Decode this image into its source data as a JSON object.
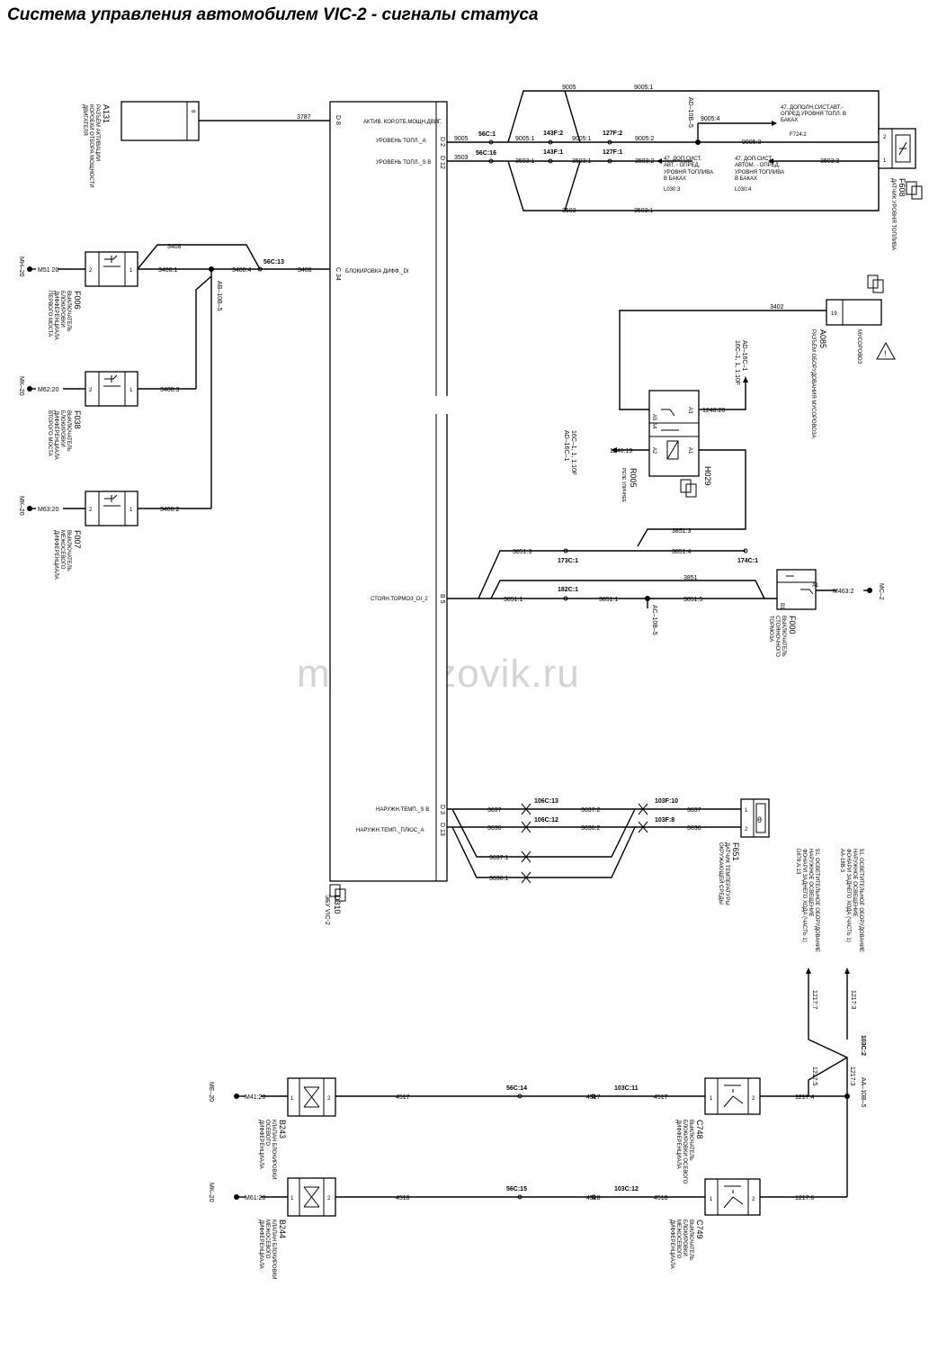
{
  "title": "Система управления автомобилем VIC-2 - сигналы статуса",
  "watermark": "mangruzovik.ru",
  "ecu": {
    "id": "D310",
    "name": "ЭБУ VIC-2",
    "pins": {
      "d8": {
        "pin": "D 8",
        "label": "АКТИВ. КОР.ОТБ.МОЩН.ДВИГ."
      },
      "d2": {
        "pin": "D 2",
        "label": "УРОВЕНЬ ТОПЛ._А"
      },
      "d12": {
        "pin": "D 12",
        "label": "УРОВЕНЬ ТОПЛ._S В"
      },
      "c34": {
        "pin": "С 34",
        "label": "БЛОКИРОВКА ДИФФ._DI"
      },
      "b5": {
        "pin": "В 5",
        "label": "СТОЯН.ТОРМОЗ_DI_2"
      },
      "d3": {
        "pin": "D 3",
        "label": "НАРУЖН.ТЕМП._S В"
      },
      "d13": {
        "pin": "D 13",
        "label": "НАРУЖН.ТЕМП._ПЛЮС_А"
      }
    }
  },
  "components": {
    "a131": {
      "id": "A131",
      "desc": [
        "РАЗЪЁМ АКТИВАЦИИ",
        "КОРОБКИ ОТБОРА МОЩНОСТИ",
        "ДВИГАТЕЛЯ"
      ]
    },
    "f608": {
      "id": "F608",
      "desc": [
        "ДАТЧИК УРОВНЯ ТОПЛИВА"
      ]
    },
    "f006": {
      "id": "F006",
      "desc": [
        "ВЫКЛЮЧАТЕЛЬ",
        "БЛОКИРОВКИ",
        "ДИФФЕРЕНЦИАЛА",
        "ПЕРВОГО МОСТА"
      ]
    },
    "f038": {
      "id": "F038",
      "desc": [
        "ВЫКЛЮЧАТЕЛЬ",
        "БЛОКИРОВКИ",
        "ДИФФЕРЕНЦИАЛА",
        "ВТОРОГО МОСТА"
      ]
    },
    "f007": {
      "id": "F007",
      "desc": [
        "ВЫКЛЮЧАТЕЛЬ",
        "МЕЖОСЕВОГО",
        "ДИФФЕРЕНЦИАЛА"
      ]
    },
    "a085": {
      "id": "A085",
      "desc": [
        "РАЗЪЁМ ОБОРУДОВАНИЯ МУСОРОВОЗА"
      ],
      "tag": "МУСОРОВОЗ"
    },
    "h029": {
      "id": "H029"
    },
    "r005": {
      "id": "R005",
      "desc": [
        "РЕЛЕ УЛИЧНЕЕ"
      ]
    },
    "f000": {
      "id": "F000",
      "desc": [
        "ВЫКЛЮЧАТЕЛЬ",
        "СТОЯНОЧНОГО",
        "ТОРМОЗА"
      ]
    },
    "f651": {
      "id": "F651",
      "desc": [
        "ДАТЧИК ТЕМПЕРАТУРЫ",
        "ОКРУЖАЮЩЕЙ СРЕДЫ"
      ]
    },
    "b243": {
      "id": "B243",
      "desc": [
        "КЛАПАН БЛОКИРОВКИ",
        "ОСЕВОГО",
        "ДИФФЕРЕНЦИАЛА"
      ]
    },
    "b244": {
      "id": "B244",
      "desc": [
        "КЛАПАН БЛОКИРОВКИ",
        "МЕЖОСЕВОГО",
        "ДИФФЕРЕНЦИАЛА"
      ]
    },
    "c748": {
      "id": "C748",
      "desc": [
        "ВЫКЛЮЧАТЕЛЬ",
        "БЛОКИРОВКИ ОСЕВОГО",
        "ДИФФЕРЕНЦИАЛА"
      ]
    },
    "c749": {
      "id": "C749",
      "desc": [
        "ВЫКЛЮЧАТЕЛЬ",
        "БЛОКИРОВКИ",
        "МЕЖОСЕВОГО",
        "ДИФФЕРЕНЦИАЛА"
      ]
    }
  },
  "grounds": {
    "mh20": "МН–20",
    "m5120": "М51 20",
    "mk20a": "МК–20",
    "m6220": "М62:20",
    "mk20b": "МК–20",
    "m6320": "М63:20",
    "mc2": "МС–2",
    "m4632": "М463:2",
    "me20": "МЕ–20",
    "m4120": "М41:20",
    "mk20c": "МК–20",
    "m6120": "М61:20"
  },
  "wires": {
    "w3787": "3787",
    "w9005": "9005",
    "w9005_1": "9005:1",
    "w9005_1b": "9005:1",
    "w9005_2": "9005:2",
    "w9005_3": "9005:3",
    "w9005_4": "9005:4",
    "w9005top": "9005",
    "w9005_1top": "9005:1",
    "w3503": "3503",
    "w3503_1": "3503:1",
    "w3503_1b": "3503:1",
    "w3503_2": "3503:2",
    "w3503_3": "3503:3",
    "w3503b": "3503",
    "w3503_1c": "3503:1",
    "w3408": "3408",
    "w3408_1": "3408:1",
    "w3408_4": "3408:4",
    "w3408top": "3408",
    "w3408_3": "3408:3",
    "w3408_2": "3408:2",
    "w3402": "3402",
    "w1240_20": "1240:20",
    "w1240_19": "1240:19",
    "w3851_3a": "3851:3",
    "w3851_3b": "3851:3",
    "w3851_4": "3851:4",
    "w3851": "3851",
    "w3851_1a": "3851:1",
    "w3851_1b": "3851:1",
    "w3851_5": "3851:5",
    "w3637": "3637",
    "w3637_2": "3637:2",
    "w3637b": "3637",
    "w3637_1": "3637:1",
    "w3636": "3636",
    "w3636_2": "3636:2",
    "w3636b": "3636",
    "w3636_1": "3636:1",
    "w1217_3": "1217:3",
    "w1217_7": "1217:7",
    "w1217_5": "1217:5",
    "w1217_4": "1217:4",
    "w1217_6": "1217:6",
    "w4517": "4517",
    "w4517b": "4517",
    "w4517c": "4517",
    "w4518": "4518",
    "w4518b": "4518",
    "w4518c": "4518"
  },
  "connectors": {
    "c56_1": "56С:1",
    "c56_16": "56С:16",
    "c143f2": "143F:2",
    "c143f1": "143F:1",
    "c127f2": "127F:2",
    "c127f1": "127F:1",
    "c56_13": "56С:13",
    "c173_1": "173С:1",
    "c174_1": "174С:1",
    "c182_1": "182С:1",
    "c106_13": "106С:13",
    "c106_12": "106С:12",
    "c103f10": "103F:10",
    "c103f8": "103F:8",
    "c56_14": "56С:14",
    "c103_11": "103С:11",
    "c56_15": "56С:15",
    "c103_12": "103С:12",
    "c103_2": "103С:2"
  },
  "splices": {
    "ab10b5": "АВ–10В–5",
    "ad10b5": "AD–10В–5",
    "ac10b5": "АС–10В–5",
    "aa10b5": "АА–10В–5"
  },
  "refs": {
    "fuel_a": [
      "47. ДОПОЛН.СИСТ.АВТ.-",
      "ОПРЕД.УРОВНЯ ТОПЛ. В",
      "БАКАХ",
      "F724:2"
    ],
    "fuel_b1": [
      "47. ДОП.СИСТ.",
      "АВТ. - ОПРЕД.",
      "УРОВНЯ ТОПЛИВА",
      "В БАКАХ",
      "L030:3"
    ],
    "fuel_b2": [
      "47. ДОП.СИСТ.",
      "АВТОМ. - ОПРЕД.",
      "УРОВНЯ ТОПЛИВА",
      "В БАКАХ",
      "L030:4"
    ],
    "relay_a": [
      "16С–1, 1, 1:10F",
      "AD–16С–1"
    ],
    "relay_b": [
      "16С–1, 1, 1:10F",
      "AD–16С–1"
    ],
    "light_a": [
      "51. ОСВЕТИТЕЛЬНОЕ ОБОРУДОВАНИЕ",
      "НАРУЖНОЕ ОСВЕЩЕНИЕ",
      "ФОНАРИ ЗАДНЕГО ХОДА (ЧАСТЬ 1)",
      "АА-18В-3"
    ],
    "light_b": [
      "51. ОСВЕТИТЕЛЬНОЕ ОБОРУДОВАНИЕ",
      "НАРУЖНОЕ ОСВЕЩЕНИЕ",
      "ФОНАРИ ЗАДНЕГО ХОДА (ЧАСТЬ 1)",
      "D878:A:13"
    ]
  },
  "relay_pins": {
    "a5a4": "А5 А4",
    "a3": "А3",
    "a2": "А2",
    "a1": "А1"
  }
}
